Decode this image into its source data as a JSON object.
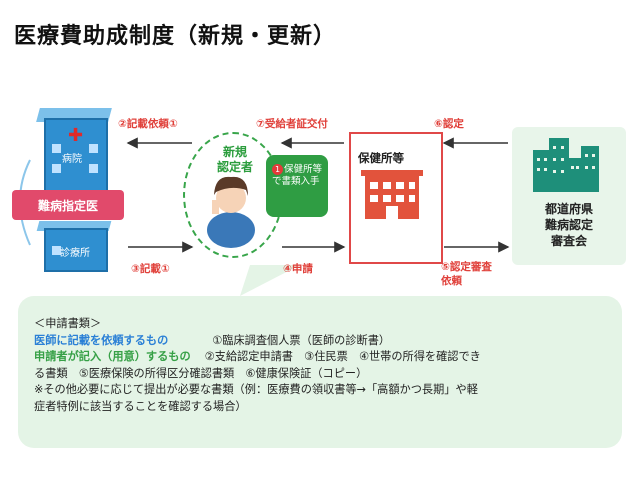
{
  "title": "医療費助成制度（新規・更新）",
  "nodes": {
    "hospital_top": "病院",
    "hospital_bottom": "診療所",
    "designated_doctor": "難病指定医",
    "new_patient": "新規\n認定者",
    "patient_note_number": "1",
    "patient_note": "保健所等で書類入手",
    "health_center": "保健所等",
    "prefecture": "都道府県\n難病認定\n審査会"
  },
  "flows": {
    "f2": "②記載依頼①",
    "f3": "③記載①",
    "f4": "④申請",
    "f5": "⑤認定審査\n依頼",
    "f6": "⑥認定",
    "f7": "⑦受給者証交付"
  },
  "documents": {
    "heading": "＜申請書類＞",
    "doctor_label": "医師に記載を依頼するもの",
    "doctor_items": "①臨床調査個人票（医師の診断書）",
    "applicant_label": "申請者が記入（用意）するもの",
    "applicant_items_1": "②支給認定申請書　③住民票　④世帯の所得を確認でき",
    "applicant_items_2": "る書類　⑤医療保険の所得区分確認書類　⑥健康保険証（コピー）",
    "note_1": "※その他必要に応じて提出が必要な書類（例：医療費の領収書等→「高額かつ長期」や軽",
    "note_2": "症者特例に該当することを確認する場合）"
  },
  "colors": {
    "flow_text": "#e0403a",
    "hospital": "#2f8fd0",
    "designated": "#e14a6b",
    "patient": "#38a54a",
    "health_center": "#e04848",
    "prefecture_bg": "#e8f5ea",
    "docs_bg": "#e4f4e6"
  }
}
